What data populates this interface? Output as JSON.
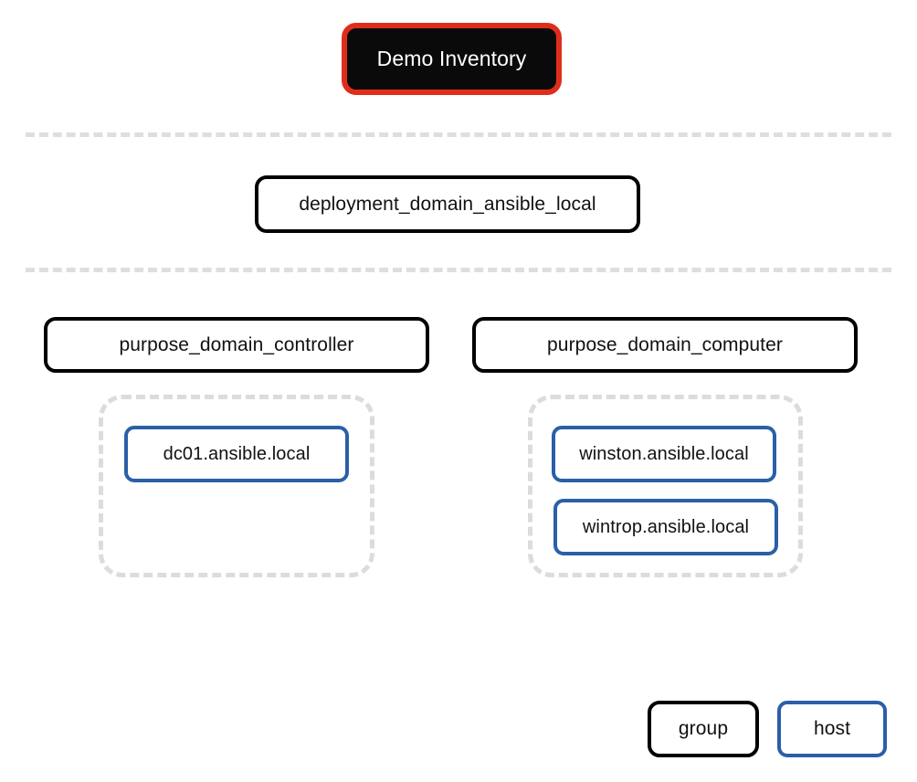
{
  "diagram": {
    "title": "Demo Inventory",
    "type": "ansible-inventory-tree",
    "root": {
      "label": "Demo Inventory",
      "kind": "inventory",
      "fill": "#0a0a0a",
      "border": "#e02d1b",
      "text_color": "#ffffff"
    },
    "levels": [
      {
        "level": 1,
        "nodes": [
          {
            "label": "deployment_domain_ansible_local",
            "kind": "group"
          }
        ]
      },
      {
        "level": 2,
        "nodes": [
          {
            "label": "purpose_domain_controller",
            "kind": "group"
          },
          {
            "label": "purpose_domain_computer",
            "kind": "group"
          }
        ]
      }
    ],
    "host_groups": [
      {
        "parent": "purpose_domain_controller",
        "hosts": [
          {
            "label": "dc01.ansible.local",
            "kind": "host"
          }
        ]
      },
      {
        "parent": "purpose_domain_computer",
        "hosts": [
          {
            "label": "winston.ansible.local",
            "kind": "host"
          },
          {
            "label": "wintrop.ansible.local",
            "kind": "host"
          }
        ]
      }
    ],
    "legend": {
      "group_label": "group",
      "host_label": "host"
    },
    "colors": {
      "group_border": "#000000",
      "host_border": "#2b5fa8",
      "root_border": "#e02d1b",
      "root_fill": "#0a0a0a",
      "separator": "#dedede",
      "container_dash": "#dcdcdc",
      "background": "#ffffff"
    }
  }
}
